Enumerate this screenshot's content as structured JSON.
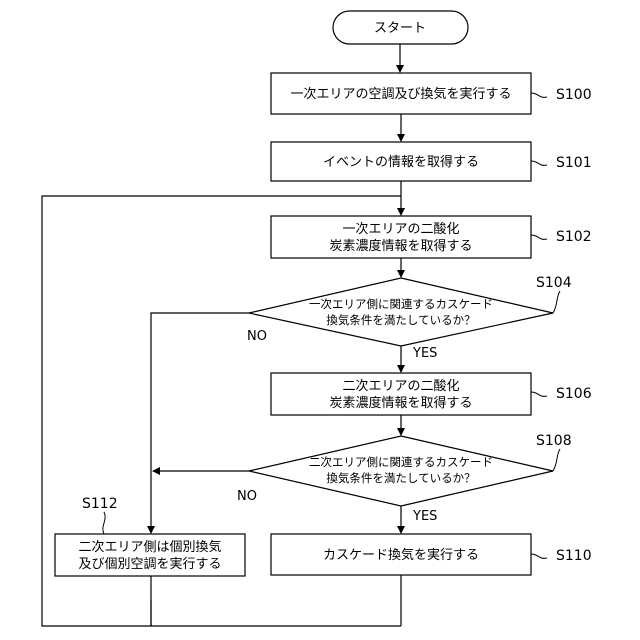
{
  "start": {
    "label": "スタート"
  },
  "steps": {
    "s100": {
      "text": "一次エリアの空調及び換気を実行する",
      "label": "S100"
    },
    "s101": {
      "text": "イベントの情報を取得する",
      "label": "S101"
    },
    "s102": {
      "lines": [
        "一次エリアの二酸化",
        "炭素濃度情報を取得する"
      ],
      "label": "S102"
    },
    "s104": {
      "lines": [
        "一次エリア側に関連するカスケード",
        "換気条件を満たしているか？"
      ],
      "label": "S104",
      "yes": "YES",
      "no": "NO"
    },
    "s106": {
      "lines": [
        "二次エリアの二酸化",
        "炭素濃度情報を取得する"
      ],
      "label": "S106"
    },
    "s108": {
      "lines": [
        "二次エリア側に関連するカスケード",
        "換気条件を満たしているか？"
      ],
      "label": "S108",
      "yes": "YES",
      "no": "NO"
    },
    "s110": {
      "text": "カスケード換気を実行する",
      "label": "S110"
    },
    "s112": {
      "lines": [
        "二次エリア側は個別換気",
        "及び個別空調を実行する"
      ],
      "label": "S112"
    }
  }
}
